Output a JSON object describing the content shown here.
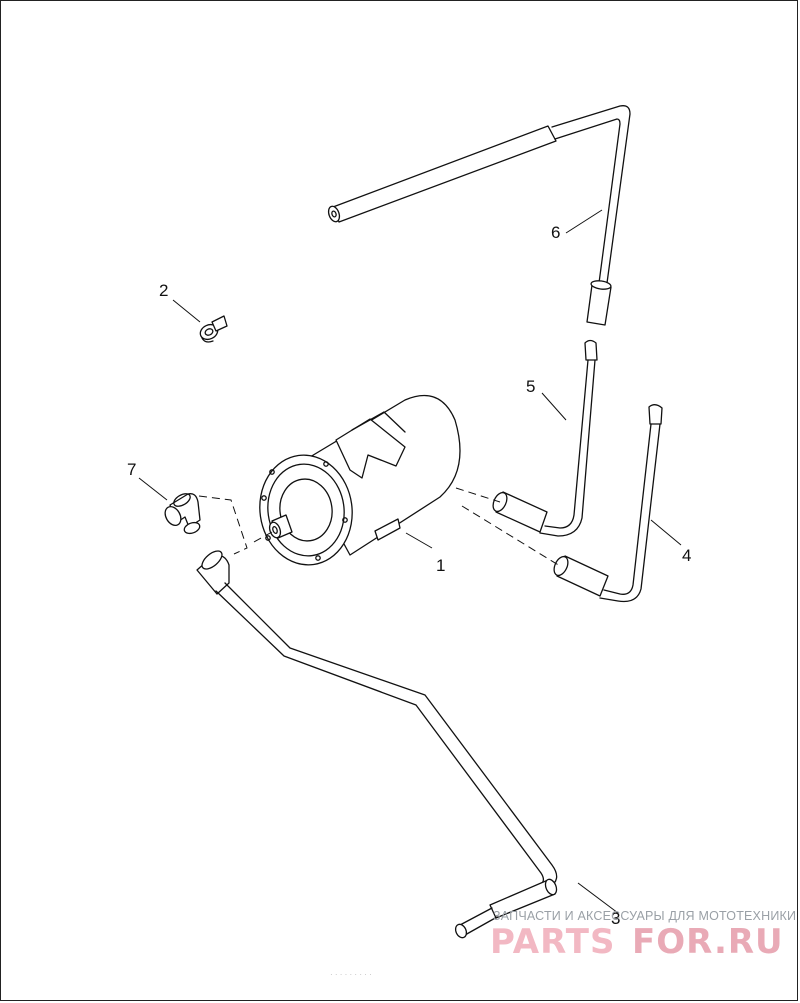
{
  "callouts": {
    "c1": "1",
    "c2": "2",
    "c3": "3",
    "c4": "4",
    "c5": "5",
    "c6": "6",
    "c7": "7"
  },
  "watermark": {
    "tagline": "ЗАПЧАСТИ И АКСЕССУАРЫ ДЛЯ МОТОТЕХНИКИ",
    "brand_left": "PARTS",
    "brand_right": "FOR.RU",
    "brand_color": "#f2b8c3"
  },
  "footer_code": "· · · · · · · · ·"
}
